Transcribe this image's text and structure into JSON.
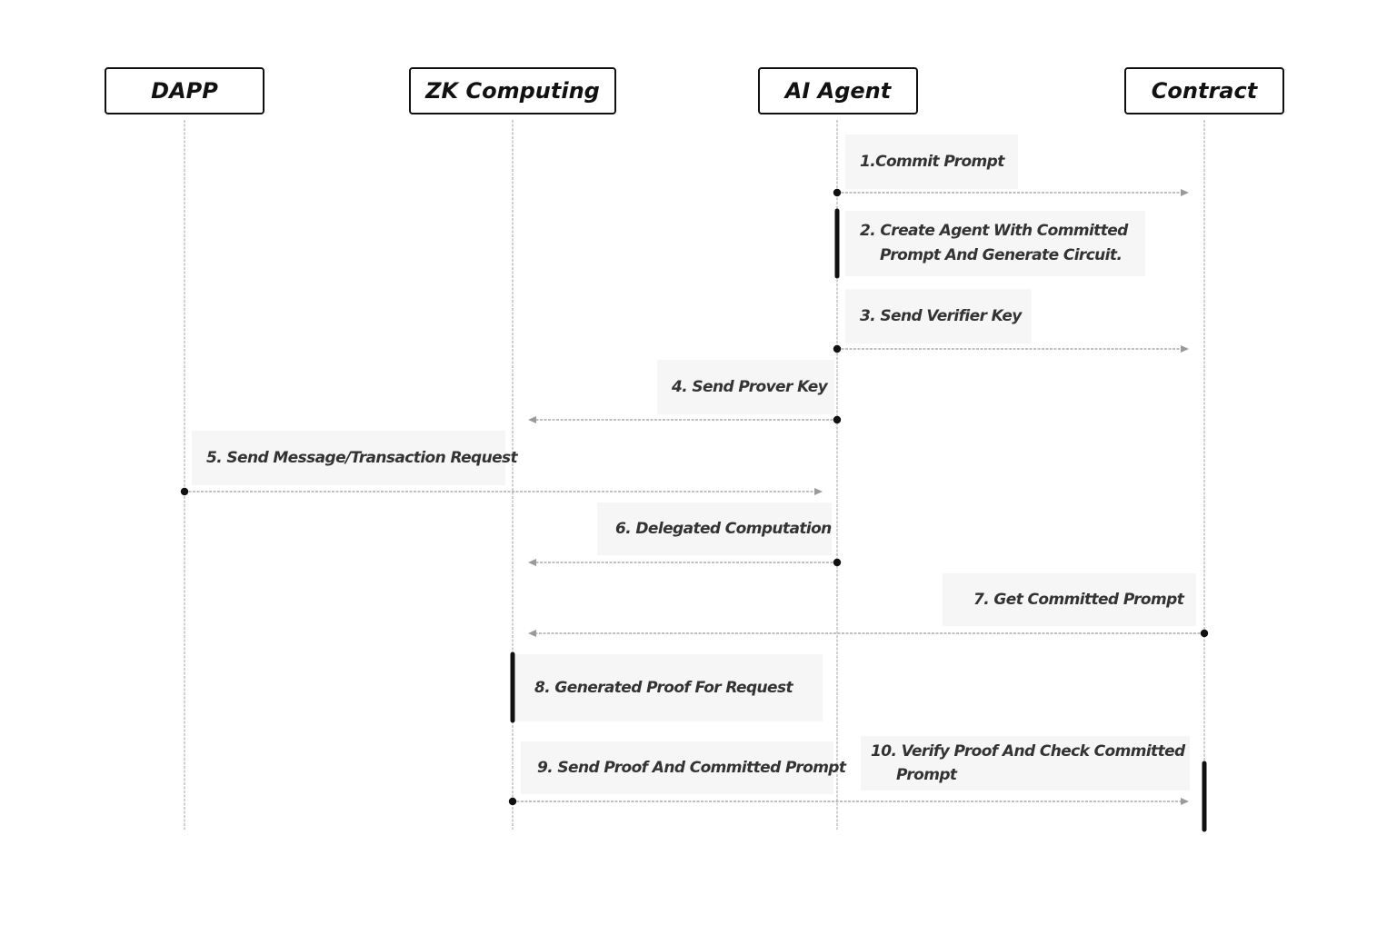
{
  "actors": [
    {
      "name": "DAPP"
    },
    {
      "name": "ZK Computing"
    },
    {
      "name": "AI Agent"
    },
    {
      "name": "Contract"
    }
  ],
  "messages": [
    {
      "label": "1.Commit Prompt",
      "from": 2,
      "to": 3,
      "type": "arrow"
    },
    {
      "label": "2. Create Agent With Committed",
      "label_line2": "Prompt And Generate Circuit.",
      "at": 2,
      "type": "activation"
    },
    {
      "label": "3. Send Verifier Key",
      "from": 2,
      "to": 3,
      "type": "arrow"
    },
    {
      "label": "4. Send Prover Key",
      "from": 2,
      "to": 1,
      "type": "arrow"
    },
    {
      "label": "5. Send Message/Transaction Request",
      "from": 0,
      "to": 2,
      "type": "arrow"
    },
    {
      "label": "6. Delegated Computation",
      "from": 2,
      "to": 1,
      "type": "arrow"
    },
    {
      "label": "7. Get Committed Prompt",
      "from": 3,
      "to": 1,
      "type": "arrow"
    },
    {
      "label": "8. Generated Proof For Request",
      "at": 1,
      "type": "activation"
    },
    {
      "label": "9. Send Proof And Committed Prompt",
      "from": 1,
      "to": 3,
      "type": "arrow"
    },
    {
      "label": "10. Verify Proof And Check Committed",
      "label_line2": "Prompt",
      "at": 3,
      "type": "activation"
    }
  ],
  "colors": {
    "lifeline": "#c4c4c4",
    "arrow": "#9a9a9a",
    "ink": "#111111",
    "label_bg": "#f6f6f6",
    "label_text": "#333333"
  }
}
